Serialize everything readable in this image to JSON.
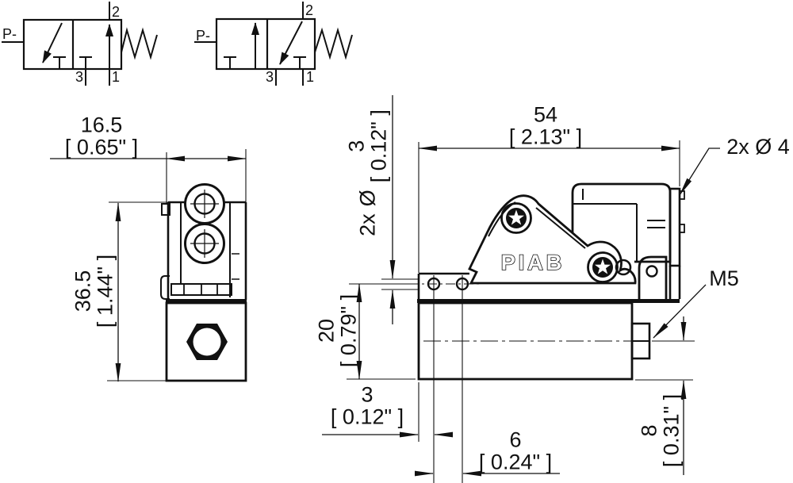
{
  "drawing": {
    "brand": "PIAB",
    "schematic_left": {
      "pressure": "P-",
      "port_top": "2",
      "port_bottom_left": "3",
      "port_bottom_right": "1"
    },
    "schematic_right": {
      "pressure": "P-",
      "port_top": "2",
      "port_bottom_left": "3",
      "port_bottom_right": "1"
    },
    "side_view": {
      "width_dim": {
        "mm": "16.5",
        "inch": "[ 0.65\" ]"
      },
      "height_dim": {
        "mm": "36.5",
        "inch": "[ 1.44\" ]"
      }
    },
    "front_view": {
      "width_dim": {
        "mm": "54",
        "inch": "[ 2.13\" ]"
      },
      "hole_dia_dim": {
        "count": "2x",
        "dia": "Ø",
        "mm": "3",
        "inch": "[ 0.12\" ]"
      },
      "height_dim": {
        "mm": "20",
        "inch": "[ 0.79\" ]"
      },
      "hole_offset_dim": {
        "mm": "3",
        "inch": "[ 0.12\" ]"
      },
      "hole_spacing_dim": {
        "mm": "6",
        "inch": "[ 0.24\" ]"
      },
      "port_offset_dim": {
        "mm": "8",
        "inch": "[ 0.31\" ]"
      },
      "callout_holes": "2x Ø 4",
      "callout_thread": "M5"
    }
  }
}
